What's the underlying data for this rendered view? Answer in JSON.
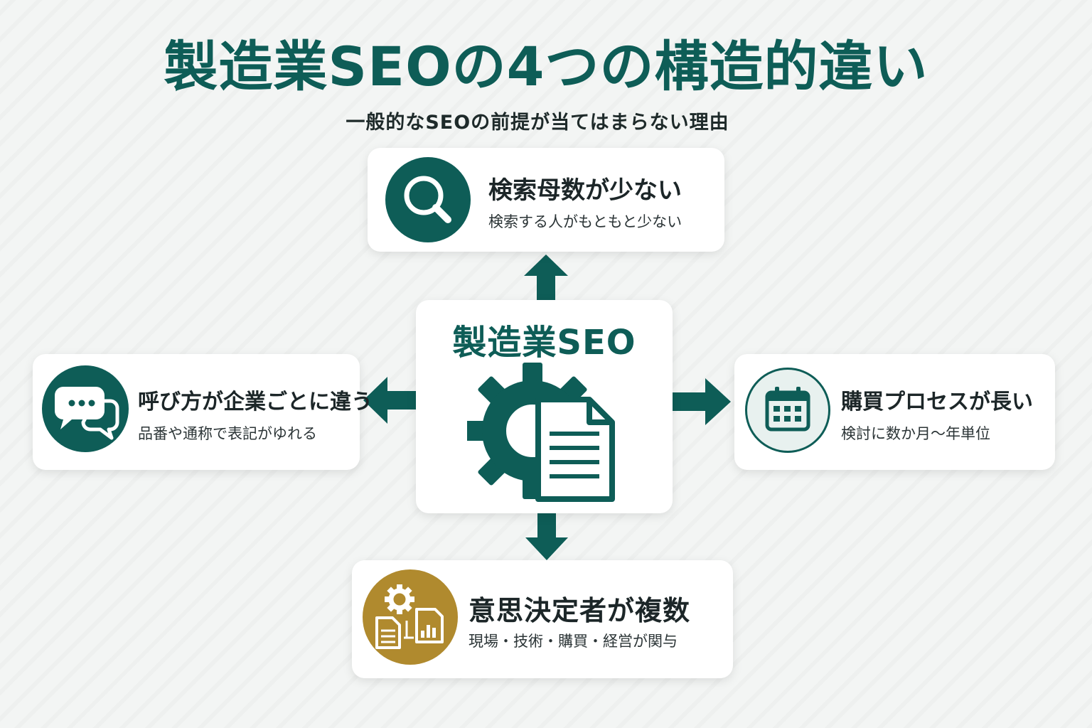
{
  "title": "製造業SEOの4つの構造的違い",
  "subtitle": "一般的なSEOの前提が当てはまらない理由",
  "center": {
    "label": "製造業SEO",
    "icon": "gear-document-icon"
  },
  "cards": {
    "top": {
      "title": "検索母数が少ない",
      "desc": "検索する人がもともと少ない",
      "icon": "search-icon"
    },
    "left": {
      "title": "呼び方が企業ごとに違う",
      "desc": "品番や通称で表記がゆれる",
      "icon": "chat-bubbles-icon"
    },
    "right": {
      "title": "購買プロセスが長い",
      "desc": "検討に数か月〜年単位",
      "icon": "calendar-icon"
    },
    "bottom": {
      "title": "意思決定者が複数",
      "desc": "現場・技術・購買・経営が関与",
      "icon": "gear-documents-chart-icon"
    }
  },
  "colors": {
    "primary": "#0e5d57",
    "accent_gold": "#b08a2e",
    "card_bg": "#ffffff",
    "background": "#f3f5f4"
  }
}
